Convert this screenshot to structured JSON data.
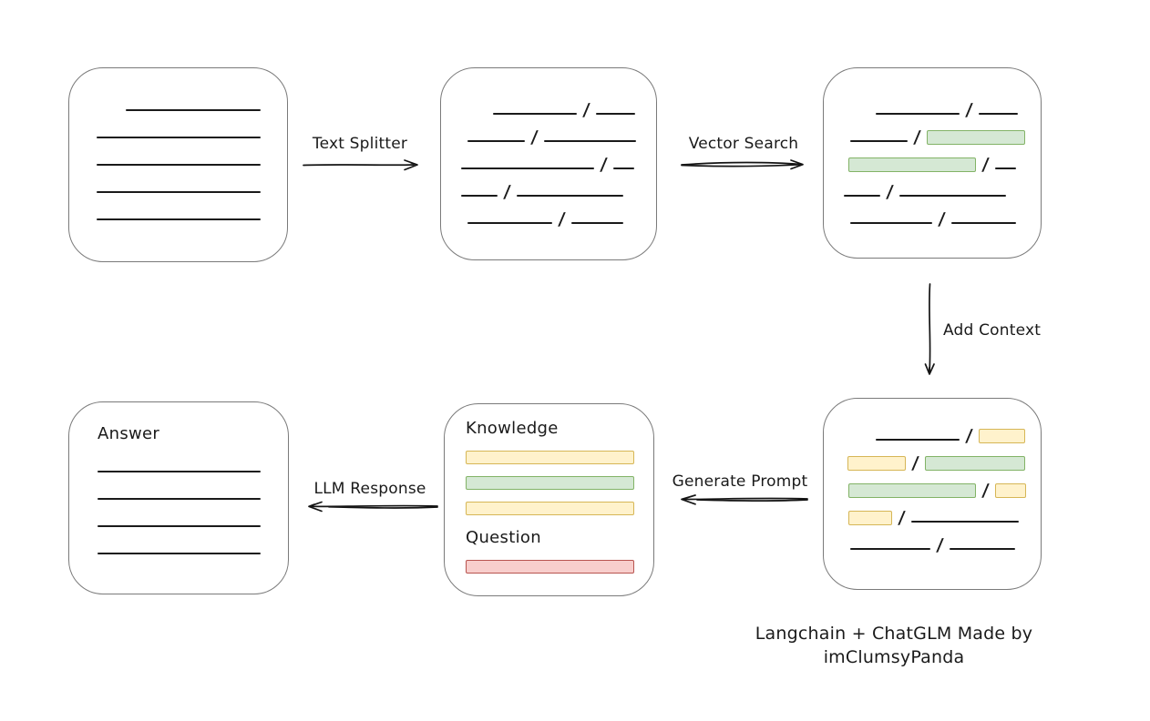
{
  "diagram": {
    "caption": "Langchain + ChatGLM Made by imClumsyPanda",
    "glyphs": {
      "slash": "/"
    },
    "colors": {
      "background": "#ffffff",
      "line": "#1a1a1a",
      "box_border": "#7a7a7a",
      "green_fill": "#d5e8d4",
      "green_stroke": "#82b366",
      "yellow_fill": "#fff2cc",
      "yellow_stroke": "#d6b656",
      "red_fill": "#f8cecc",
      "red_stroke": "#b85450"
    },
    "arrows": {
      "text_splitter": "Text Splitter",
      "vector_search": "Vector Search",
      "add_context": "Add Context",
      "generate_prompt": "Generate Prompt",
      "llm_response": "LLM Response"
    },
    "boxes": {
      "document": {
        "rows": [
          {
            "ind": 62,
            "segs": [
              {
                "t": "line",
                "w": 148
              }
            ]
          },
          {
            "ind": 30,
            "segs": [
              {
                "t": "line",
                "w": 180
              }
            ]
          },
          {
            "ind": 30,
            "segs": [
              {
                "t": "line",
                "w": 180
              }
            ]
          },
          {
            "ind": 30,
            "segs": [
              {
                "t": "line",
                "w": 180
              }
            ]
          },
          {
            "ind": 30,
            "segs": [
              {
                "t": "line",
                "w": 180
              }
            ]
          }
        ]
      },
      "split_text": {
        "rows": [
          {
            "ind": 57,
            "segs": [
              {
                "t": "line",
                "w": 92
              },
              {
                "t": "slash"
              },
              {
                "t": "line",
                "w": 43
              }
            ]
          },
          {
            "ind": 29,
            "segs": [
              {
                "t": "line",
                "w": 63
              },
              {
                "t": "slash"
              },
              {
                "t": "line",
                "w": 101
              }
            ]
          },
          {
            "ind": 22,
            "segs": [
              {
                "t": "line",
                "w": 146
              },
              {
                "t": "slash"
              },
              {
                "t": "line",
                "w": 23
              }
            ]
          },
          {
            "ind": 22,
            "segs": [
              {
                "t": "line",
                "w": 40
              },
              {
                "t": "slash"
              },
              {
                "t": "line",
                "w": 117
              }
            ]
          },
          {
            "ind": 29,
            "segs": [
              {
                "t": "line",
                "w": 93
              },
              {
                "t": "slash"
              },
              {
                "t": "line",
                "w": 57
              }
            ]
          }
        ]
      },
      "search_result": {
        "rows": [
          {
            "ind": 57,
            "segs": [
              {
                "t": "line",
                "w": 92
              },
              {
                "t": "slash"
              },
              {
                "t": "line",
                "w": 43
              }
            ]
          },
          {
            "ind": 29,
            "segs": [
              {
                "t": "line",
                "w": 63
              },
              {
                "t": "slash"
              },
              {
                "t": "chunk",
                "c": "green",
                "w": 106
              }
            ]
          },
          {
            "ind": 27,
            "segs": [
              {
                "t": "chunk",
                "c": "green",
                "w": 138
              },
              {
                "t": "slash"
              },
              {
                "t": "line",
                "w": 23
              }
            ]
          },
          {
            "ind": 22,
            "segs": [
              {
                "t": "line",
                "w": 40
              },
              {
                "t": "slash"
              },
              {
                "t": "line",
                "w": 117
              }
            ]
          },
          {
            "ind": 29,
            "segs": [
              {
                "t": "line",
                "w": 90
              },
              {
                "t": "slash"
              },
              {
                "t": "line",
                "w": 71
              }
            ]
          }
        ]
      },
      "context": {
        "rows": [
          {
            "ind": 57,
            "segs": [
              {
                "t": "line",
                "w": 92
              },
              {
                "t": "slash"
              },
              {
                "t": "chunk",
                "c": "yellow",
                "w": 49
              }
            ]
          },
          {
            "ind": 26,
            "segs": [
              {
                "t": "chunk",
                "c": "yellow",
                "w": 62
              },
              {
                "t": "slash"
              },
              {
                "t": "chunk",
                "c": "green",
                "w": 108
              }
            ]
          },
          {
            "ind": 27,
            "segs": [
              {
                "t": "chunk",
                "c": "green",
                "w": 138
              },
              {
                "t": "slash"
              },
              {
                "t": "chunk",
                "c": "yellow",
                "w": 32
              }
            ]
          },
          {
            "ind": 27,
            "segs": [
              {
                "t": "chunk",
                "c": "yellow",
                "w": 46
              },
              {
                "t": "slash"
              },
              {
                "t": "line",
                "w": 118
              }
            ]
          },
          {
            "ind": 29,
            "segs": [
              {
                "t": "line",
                "w": 88
              },
              {
                "t": "slash"
              },
              {
                "t": "line",
                "w": 72
              }
            ]
          }
        ]
      },
      "prompt": {
        "knowledge_label": "Knowledge",
        "question_label": "Question",
        "knowledge_bars": [
          "yellow",
          "green",
          "yellow"
        ],
        "question_bars": [
          "red"
        ]
      },
      "answer": {
        "label": "Answer",
        "rows": [
          {
            "ind": 31,
            "segs": [
              {
                "t": "line",
                "w": 179
              }
            ]
          },
          {
            "ind": 31,
            "segs": [
              {
                "t": "line",
                "w": 179
              }
            ]
          },
          {
            "ind": 31,
            "segs": [
              {
                "t": "line",
                "w": 179
              }
            ]
          },
          {
            "ind": 31,
            "segs": [
              {
                "t": "line",
                "w": 179
              }
            ]
          }
        ]
      }
    }
  }
}
